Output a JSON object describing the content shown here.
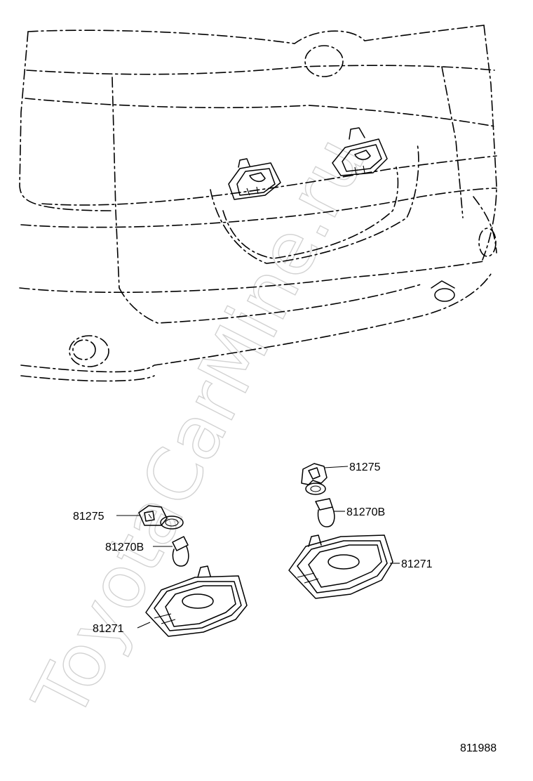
{
  "watermark": "ToyotaCarMine.ru",
  "diagram_number": "811988",
  "left_assembly": {
    "socket_label": "81275",
    "bulb_label": "81270B",
    "lamp_label": "81271"
  },
  "right_assembly": {
    "socket_label": "81275",
    "bulb_label": "81270B",
    "lamp_label": "81271"
  }
}
